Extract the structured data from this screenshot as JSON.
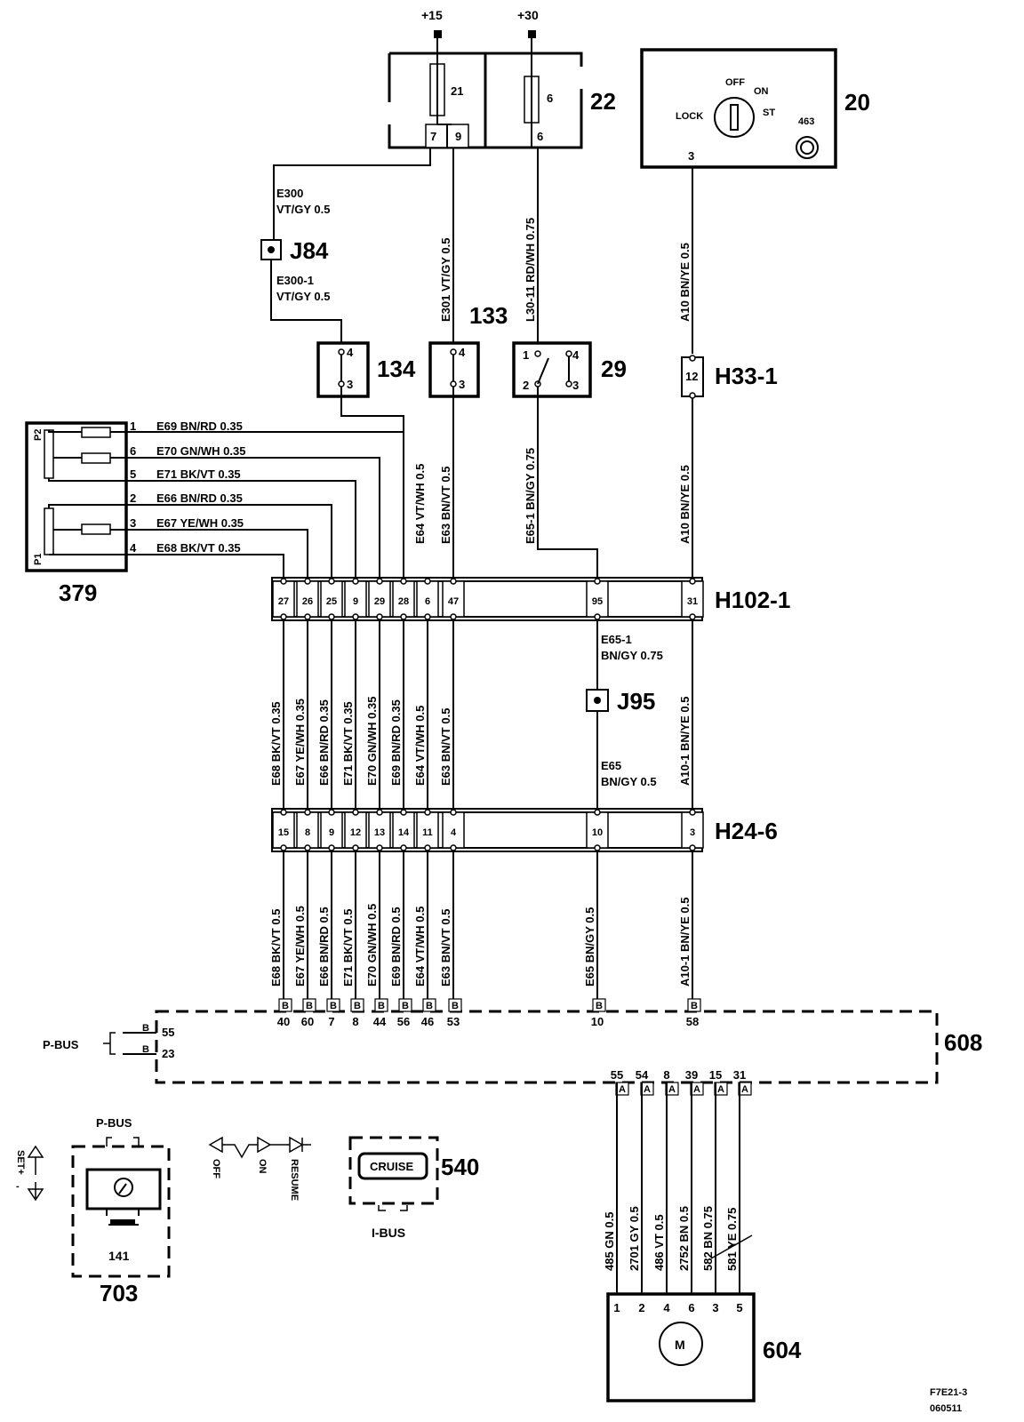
{
  "title_code": "F7E21-3",
  "date_code": "060511",
  "supplies": {
    "ignition": "+15",
    "battery": "+30"
  },
  "components": {
    "fuse_box_a": {
      "id": "",
      "fuse": "21",
      "pins": [
        "7",
        "9"
      ]
    },
    "fuse_box_b": {
      "id": "22",
      "fuse": "6",
      "pins": [
        "6"
      ]
    },
    "ignition_switch": {
      "id": "20",
      "positions": [
        "OFF",
        "ON",
        "LOCK",
        "ST"
      ],
      "pin": "3",
      "sub_id": "463"
    },
    "splice_j84": "J84",
    "splice_j95": "J95",
    "switch_134": {
      "id": "134",
      "pins": [
        "4",
        "3"
      ]
    },
    "switch_133": {
      "id": "133",
      "pins": [
        "4",
        "3"
      ]
    },
    "switch_29": {
      "id": "29",
      "pins": [
        "1",
        "4",
        "2",
        "3"
      ]
    },
    "connector_h33": {
      "id": "H33-1",
      "pin": "12"
    },
    "pedal_sensor": {
      "id": "379",
      "labels": [
        "P2",
        "P1"
      ]
    },
    "connector_h102": {
      "id": "H102-1",
      "pins": [
        "27",
        "26",
        "25",
        "9",
        "29",
        "28",
        "6",
        "47",
        "95",
        "31"
      ]
    },
    "connector_h24": {
      "id": "H24-6",
      "pins": [
        "15",
        "8",
        "9",
        "12",
        "13",
        "14",
        "11",
        "4",
        "10",
        "3"
      ]
    },
    "ecu_608": {
      "id": "608",
      "pins_top": [
        "40",
        "60",
        "7",
        "8",
        "44",
        "56",
        "46",
        "53",
        "10",
        "58"
      ],
      "pins_side": [
        "55",
        "23"
      ],
      "pins_bottom": [
        "55",
        "54",
        "8",
        "39",
        "15",
        "31"
      ],
      "tag_b": "B",
      "tag_a": "A"
    },
    "pbus_label": "P-BUS",
    "ibus_label": "I-BUS",
    "motor_604": {
      "id": "604",
      "pins": [
        "1",
        "2",
        "4",
        "6",
        "3",
        "5"
      ],
      "symbol": "M"
    },
    "control_703": {
      "id": "703",
      "sub_id": "141",
      "label": "P-BUS",
      "set_plus": "SET+",
      "set_minus": "-"
    },
    "cruise_540": {
      "id": "540",
      "label": "CRUISE"
    },
    "cruise_lever": {
      "off": "OFF",
      "on": "ON",
      "resume": "RESUME"
    }
  },
  "wires": {
    "e300": [
      "E300",
      "VT/GY  0.5"
    ],
    "e300_1": [
      "E300-1",
      "VT/GY  0.5"
    ],
    "e301": "E301  VT/GY  0.5",
    "l30_11": "L30-11 RD/WH  0.75",
    "a10_top": "A10  BN/YE  0.5",
    "sensor_wires": [
      {
        "pin": "1",
        "label": "E69  BN/RD  0.35"
      },
      {
        "pin": "6",
        "label": "E70  GN/WH  0.35"
      },
      {
        "pin": "5",
        "label": "E71  BK/VT  0.35"
      },
      {
        "pin": "2",
        "label": "E66  BN/RD  0.35"
      },
      {
        "pin": "3",
        "label": "E67  YE/WH  0.35"
      },
      {
        "pin": "4",
        "label": "E68  BK/VT  0.35"
      }
    ],
    "e64_upper": "E64  VT/WH  0.5",
    "e63_upper": "E63  BN/VT  0.5",
    "e65_1_upper": "E65-1  BN/GY  0.75",
    "a10_upper": "A10  BN/YE  0.5",
    "middle_bundle": [
      "E68  BK/VT  0.35",
      "E67  YE/WH  0.35",
      "E66  BN/RD  0.35",
      "E71  BK/VT  0.35",
      "E70  GN/WH  0.35",
      "E69  BN/RD  0.35",
      "E64  VT/WH  0.5",
      "E63  BN/VT  0.5"
    ],
    "e65_1_mid": [
      "E65-1",
      "BN/GY  0.75"
    ],
    "e65_mid": [
      "E65",
      "BN/GY  0.5"
    ],
    "a10_1_mid": "A10-1  BN/YE  0.5",
    "lower_bundle": [
      "E68  BK/VT  0.5",
      "E67  YE/WH  0.5",
      "E66  BN/RD  0.5",
      "E71  BK/VT  0.5",
      "E70  GN/WH  0.5",
      "E69  BN/RD  0.5",
      "E64  VT/WH  0.5",
      "E63  BN/VT  0.5"
    ],
    "e65_low": "E65  BN/GY  0.5",
    "a10_1_low": "A10-1  BN/YE  0.5",
    "motor_wires": [
      "485  GN  0.5",
      "2701  GY  0.5",
      "486  VT  0.5",
      "2752  BN  0.5",
      "582  BN  0.75",
      "581  YE  0.75"
    ]
  }
}
